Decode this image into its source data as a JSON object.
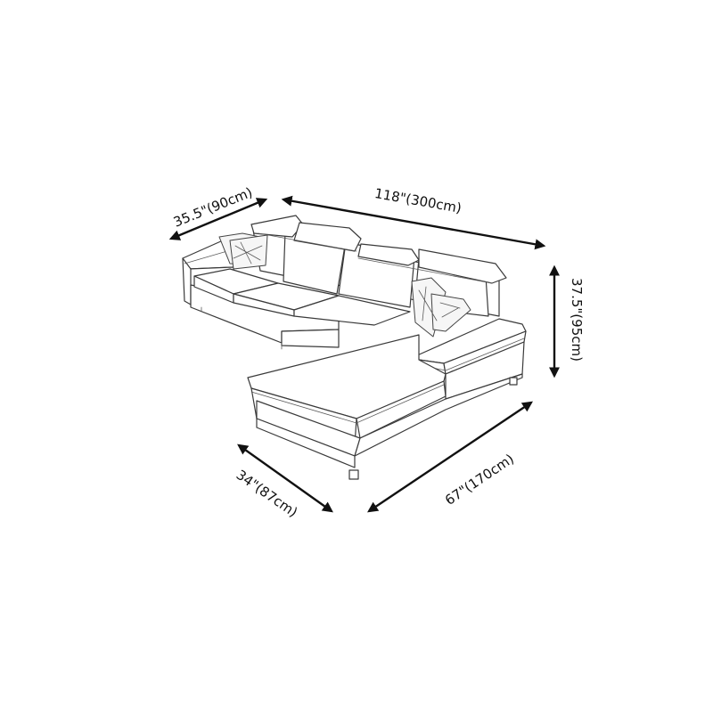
{
  "diagram": {
    "subject": "L-shaped sectional sofa with right-facing chaise, line drawing",
    "dimensions": {
      "depth": {
        "label": "35.5\"(90cm)",
        "inches": 35.5,
        "cm": 90
      },
      "width": {
        "label": "118\"(300cm)",
        "inches": 118,
        "cm": 300
      },
      "height": {
        "label": "37.5\"(95cm)",
        "inches": 37.5,
        "cm": 95
      },
      "chaise_width": {
        "label": "34\"(87cm)",
        "inches": 34,
        "cm": 87
      },
      "chaise_length": {
        "label": "67\"(170cm)",
        "inches": 67,
        "cm": 170
      }
    },
    "colors": {
      "background": "#ffffff",
      "lines": "#3a3a3a",
      "arrows": "#111111"
    }
  }
}
